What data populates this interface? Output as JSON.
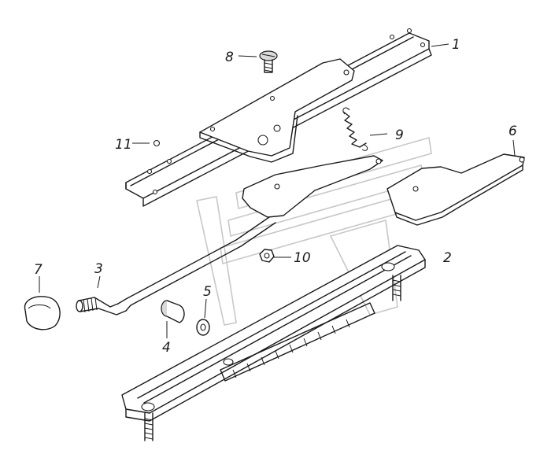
{
  "callouts": [
    {
      "id": "1",
      "label": "1"
    },
    {
      "id": "2",
      "label": "2"
    },
    {
      "id": "3",
      "label": "3"
    },
    {
      "id": "4",
      "label": "4"
    },
    {
      "id": "5",
      "label": "5"
    },
    {
      "id": "6",
      "label": "6"
    },
    {
      "id": "7",
      "label": "7"
    },
    {
      "id": "8",
      "label": "8"
    },
    {
      "id": "9",
      "label": "9"
    },
    {
      "id": "10",
      "label": "10"
    },
    {
      "id": "11",
      "label": "11"
    }
  ],
  "colors": {
    "line": "#1a1a1a",
    "watermark": "#c8c8c8",
    "background": "#ffffff"
  }
}
